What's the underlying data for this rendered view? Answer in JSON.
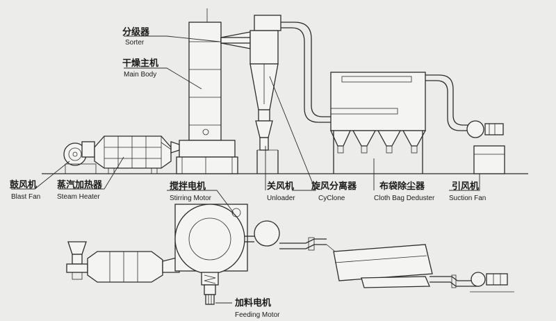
{
  "labels": {
    "sorter": {
      "zh": "分级器",
      "en": "Sorter"
    },
    "main_body": {
      "zh": "干燥主机",
      "en": "Main Body"
    },
    "blast_fan": {
      "zh": "鼓风机",
      "en": "Blast Fan"
    },
    "steam_heater": {
      "zh": "蒸汽加热器",
      "en": "Steam Heater"
    },
    "stirring_motor": {
      "zh": "搅拌电机",
      "en": "Stirring Motor"
    },
    "unloader": {
      "zh": "关风机",
      "en": "Unloader"
    },
    "cyclone": {
      "zh": "旋风分离器",
      "en": "CyClone"
    },
    "bag_deduster": {
      "zh": "布袋除尘器",
      "en": "Cloth Bag Deduster"
    },
    "suction_fan": {
      "zh": "引风机",
      "en": "Suction Fan"
    },
    "feeding_motor": {
      "zh": "加料电机",
      "en": "Feeding Motor"
    }
  }
}
